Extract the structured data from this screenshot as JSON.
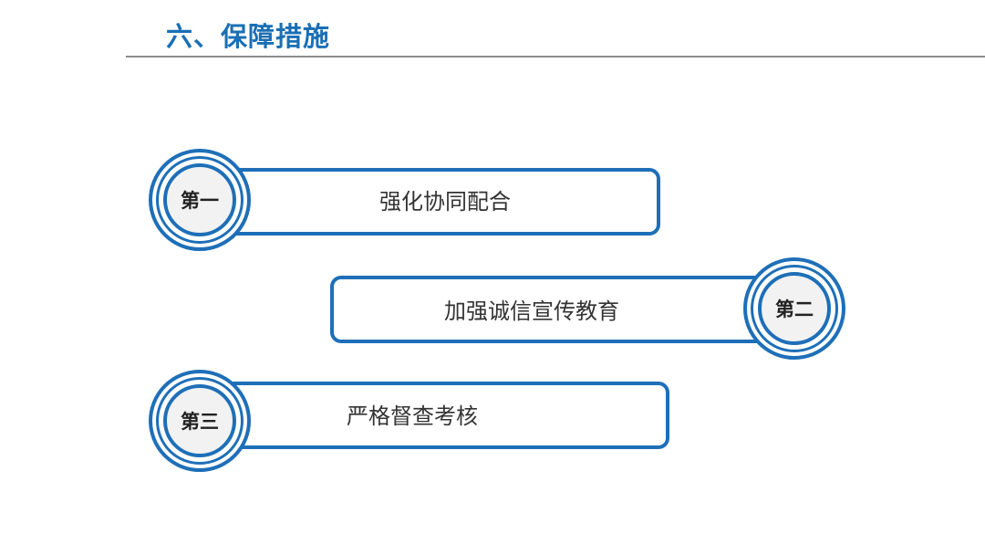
{
  "header": {
    "title": "六、保障措施"
  },
  "items": [
    {
      "badge": "第一",
      "text": "强化协同配合"
    },
    {
      "badge": "第二",
      "text": "加强诚信宣传教育"
    },
    {
      "badge": "第三",
      "text": "严格督查考核"
    }
  ],
  "colors": {
    "accent": "#1e6fb8",
    "title": "#1a6fb5",
    "rule": "#8c8c8c"
  }
}
